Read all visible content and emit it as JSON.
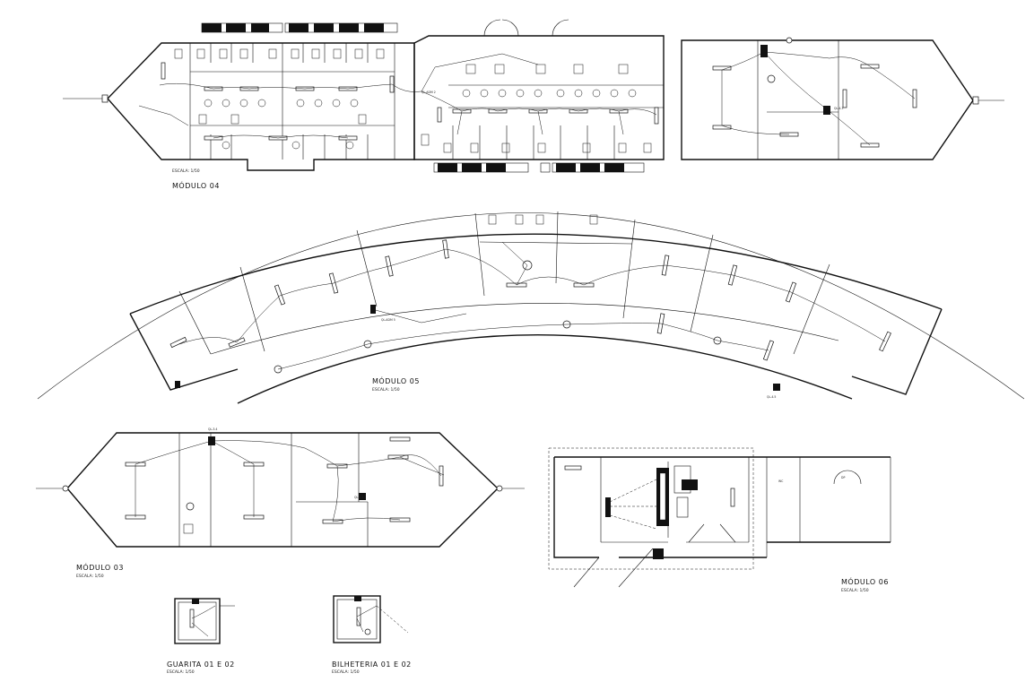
{
  "colors": {
    "ink": "#111111",
    "paper": "#ffffff"
  },
  "modules": {
    "m04": {
      "title": "MÓDULO 04",
      "scale": "ESCALA: 1/50"
    },
    "m05": {
      "title": "MÓDULO 05",
      "scale": "ESCALA: 1/50"
    },
    "m03": {
      "title": "MÓDULO 03",
      "scale": "ESCALA: 1/50"
    },
    "m06": {
      "title": "MÓDULO 06",
      "scale": "ESCALA: 1/50"
    },
    "guarita": {
      "title": "GUARITA 01 E 02",
      "scale": "ESCALA: 1/50"
    },
    "bilheteria": {
      "title": "BILHETERIA 01 E 02",
      "scale": "ESCALA: 1/50"
    }
  },
  "panels": {
    "m04_qd1": "QL-ADM 2",
    "m04_qd2": "QL-4.3",
    "m05_qd1": "QL-ADM 5",
    "m05_qd2": "QL-4.5",
    "m03_qd1": "QL-3.4",
    "m03_qd2": "QL-3.5"
  },
  "room_labels": {
    "m06_a": "WC",
    "m06_b": "DP"
  }
}
